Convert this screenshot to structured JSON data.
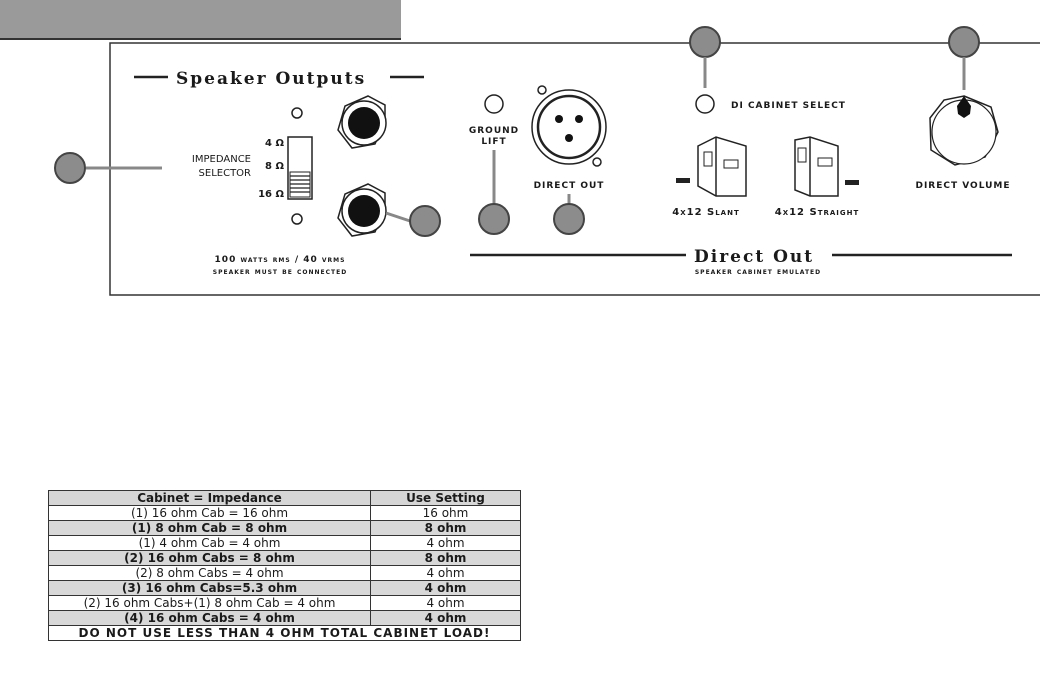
{
  "speaker_outputs": {
    "heading": "Speaker Outputs",
    "impedance_label_line1": "IMPEDANCE",
    "impedance_label_line2": "SELECTOR",
    "ohm_4": "4 Ω",
    "ohm_8": "8 Ω",
    "ohm_16": "16 Ω",
    "note_line1": "100 watts rms / 40 vrms",
    "note_line2": "speaker must be connected"
  },
  "direct_out": {
    "ground_lift_line1": "GROUND",
    "ground_lift_line2": "LIFT",
    "jack_label": "DIRECT OUT",
    "cabinet_select_label": "DI CABINET SELECT",
    "slant_label": "4x12 Slant",
    "straight_label": "4x12 Straight",
    "volume_label": "DIRECT VOLUME",
    "heading": "Direct Out",
    "subheading": "speaker cabinet emulated"
  },
  "table": {
    "headers": [
      "Cabinet = Impedance",
      "Use Setting"
    ],
    "rows": [
      {
        "cabinet": "(1) 16 ohm Cab = 16 ohm",
        "setting": "16 ohm",
        "bold": false
      },
      {
        "cabinet": "(1) 8 ohm Cab = 8 ohm",
        "setting": "8 ohm",
        "bold": true
      },
      {
        "cabinet": "(1) 4 ohm Cab = 4 ohm",
        "setting": "4 ohm",
        "bold": false
      },
      {
        "cabinet": "(2) 16 ohm Cabs = 8 ohm",
        "setting": "8 ohm",
        "bold": true
      },
      {
        "cabinet": "(2) 8 ohm Cabs = 4 ohm",
        "setting": "4 ohm",
        "bold": false
      },
      {
        "cabinet": "(3) 16 ohm Cabs=5.3 ohm",
        "setting": "4 ohm",
        "bold": true
      },
      {
        "cabinet": "(2) 16 ohm Cabs+(1) 8 ohm Cab = 4 ohm",
        "setting": "4 ohm",
        "bold": false
      },
      {
        "cabinet": "(4) 16 ohm Cabs = 4 ohm",
        "setting": "4 ohm",
        "bold": true
      }
    ],
    "warning": "DO NOT USE LESS THAN 4 OHM TOTAL CABINET LOAD!"
  },
  "colors": {
    "callout_fill": "#8c8c8c",
    "callout_stroke": "#444444",
    "title_bar": "#9a9a9a",
    "shaded_row": "#d8d8d8"
  }
}
